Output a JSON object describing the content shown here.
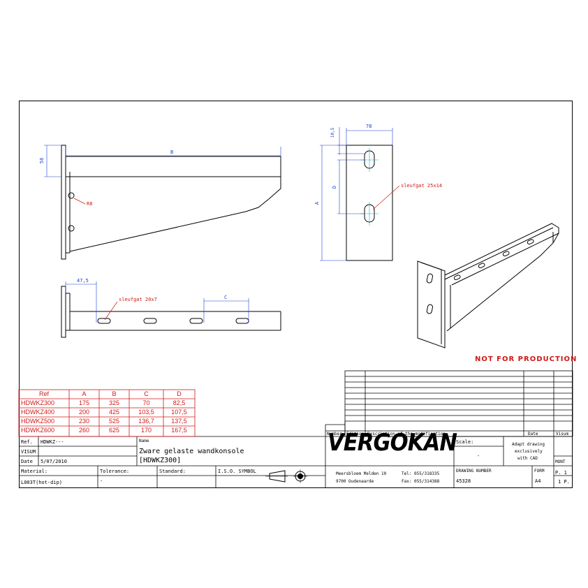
{
  "drawing": {
    "dim_B": "B",
    "dim_58": "58",
    "dim_R8": "R8",
    "dim_475": "47,5",
    "dim_C": "C",
    "slot_label_1": "sleufgat 20x7",
    "dim_78": "78",
    "dim_105": "10,5",
    "dim_D": "D",
    "dim_A": "A",
    "slot_label_2": "sleufgat 25x14",
    "not_for_production": "NOT FOR PRODUCTION"
  },
  "ref_table": {
    "headers": [
      "Ref",
      "A",
      "B",
      "C",
      "D"
    ],
    "rows": [
      [
        "HDWKZ300",
        "175",
        "325",
        "70",
        "82,5"
      ],
      [
        "HDWKZ400",
        "200",
        "425",
        "103,5",
        "107,5"
      ],
      [
        "HDWKZ500",
        "230",
        "525",
        "136,7",
        "137,5"
      ],
      [
        "HDWKZ600",
        "260",
        "625",
        "170",
        "167,5"
      ]
    ]
  },
  "revision_table": {
    "number": "Number",
    "edition": "Edition",
    "description": "Description of the modification",
    "date": "Date",
    "visum": "Visum"
  },
  "title_block": {
    "ref_label": "Ref.",
    "ref_value": "HDWKZ---",
    "visum_label": "VISUM",
    "date_label": "Date",
    "date_value": "5/07/2010",
    "name_label": "Name",
    "name_line1": "Zware gelaste wandkonsole",
    "name_line2": "[HDWKZ300]",
    "material_label": "Material:",
    "material_value": "L003T(hot-dip)",
    "tolerance_label": "Tolerance:",
    "tolerance_value": "-",
    "standard_label": "Standard:",
    "iso_label": "I.S.O. SYMBOL",
    "logo": "VERGOKAN",
    "address_line1": "Meersbloem Melden 10",
    "address_line2": "9700 Oudenaarde",
    "tel": "Tel: 055/318335",
    "fax": "Fax: 055/314388",
    "scale_label": "Scale:",
    "scale_value": "-",
    "adapt_line1": "Adapt drawing",
    "adapt_line2": "exclusively",
    "adapt_line3": "with CAD",
    "mount": "MONT",
    "drawing_number_label": "DRAWING NUMBER",
    "drawing_number": "45328",
    "form_label": "FORM",
    "form_value": "A4",
    "page": "P. 1",
    "pages": "1 P."
  }
}
